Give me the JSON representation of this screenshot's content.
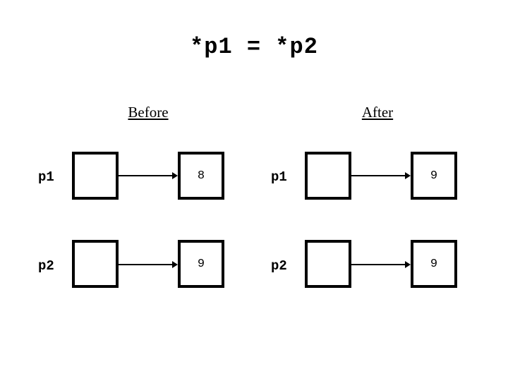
{
  "slide": {
    "title": "*p1 = *p2",
    "colors": {
      "foreground": "#000000",
      "background": "#ffffff"
    },
    "columns": [
      {
        "id": "before",
        "heading": "Before",
        "rows": [
          {
            "pointer_label": "p1",
            "value": "8"
          },
          {
            "pointer_label": "p2",
            "value": "9"
          }
        ]
      },
      {
        "id": "after",
        "heading": "After",
        "rows": [
          {
            "pointer_label": "p1",
            "value": "9"
          },
          {
            "pointer_label": "p2",
            "value": "9"
          }
        ]
      }
    ]
  }
}
